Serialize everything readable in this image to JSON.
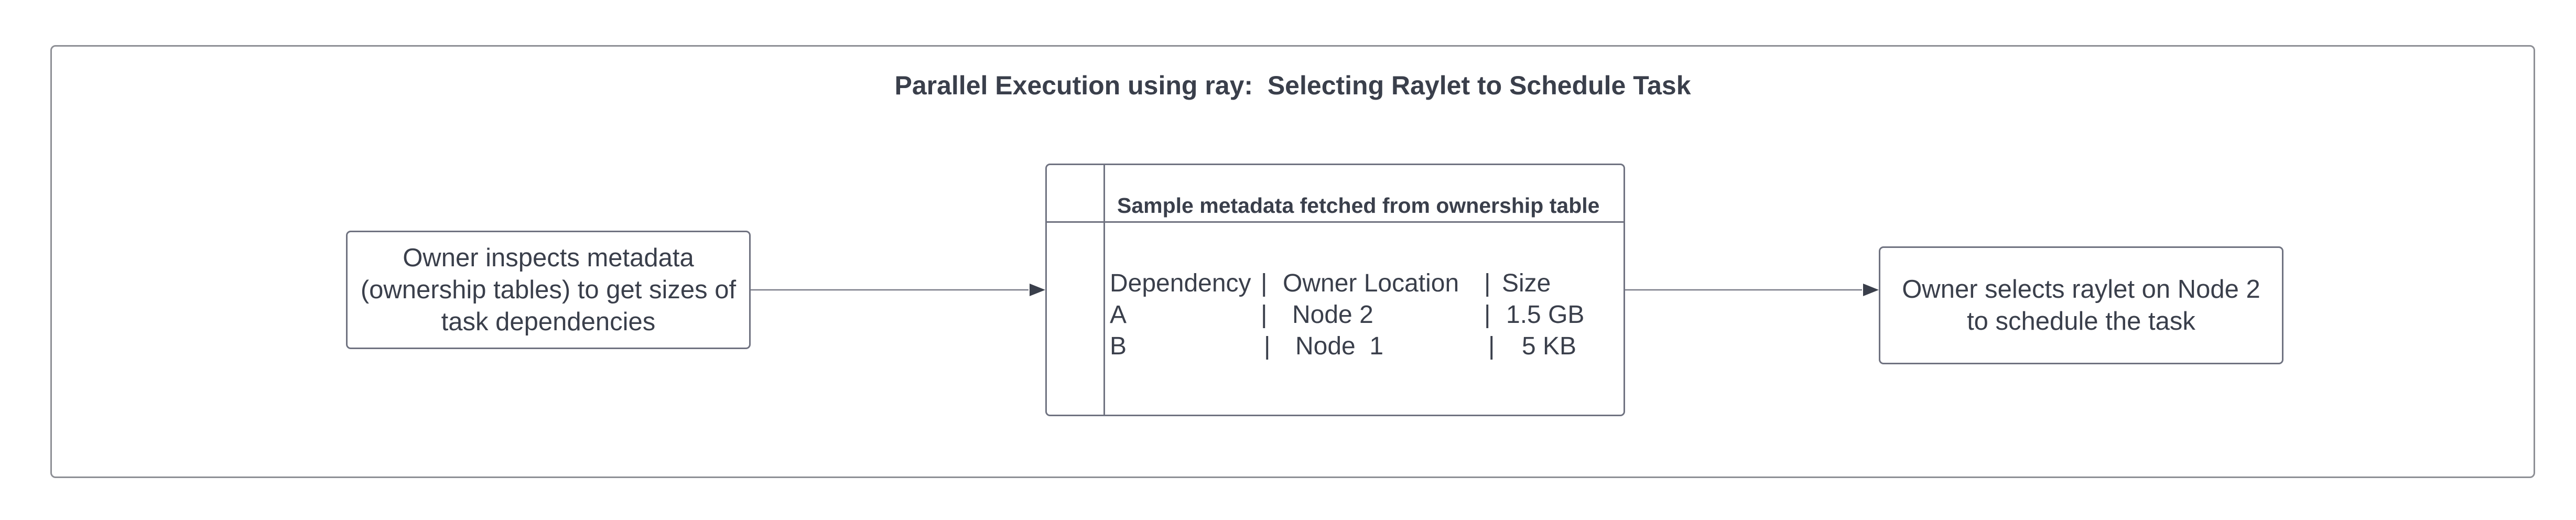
{
  "diagram": {
    "title": "Parallel Execution using ray:  Selecting Raylet to Schedule Task",
    "nodes": {
      "owner_inspects": {
        "text": "Owner inspects metadata\n(ownership tables) to get sizes of\ntask dependencies"
      },
      "metadata_container": {
        "header": "Sample metadata fetched from ownership table",
        "table": {
          "columns": [
            "Dependency",
            "Owner Location",
            "Size"
          ],
          "separator": "|",
          "rows": [
            {
              "dependency": "A",
              "location": "Node 2",
              "size": "1.5 GB"
            },
            {
              "dependency": "B",
              "location": "Node  1",
              "size": "5 KB"
            }
          ]
        }
      },
      "owner_selects": {
        "text": "Owner selects raylet on Node 2\nto schedule the task"
      }
    },
    "edges": [
      {
        "from": "owner_inspects",
        "to": "metadata_container"
      },
      {
        "from": "metadata_container",
        "to": "owner_selects"
      }
    ],
    "colors": {
      "stroke": "#6f7280",
      "frame": "#8d8f95",
      "text": "#3a3f4b",
      "arrow": "#7a7d88"
    }
  }
}
